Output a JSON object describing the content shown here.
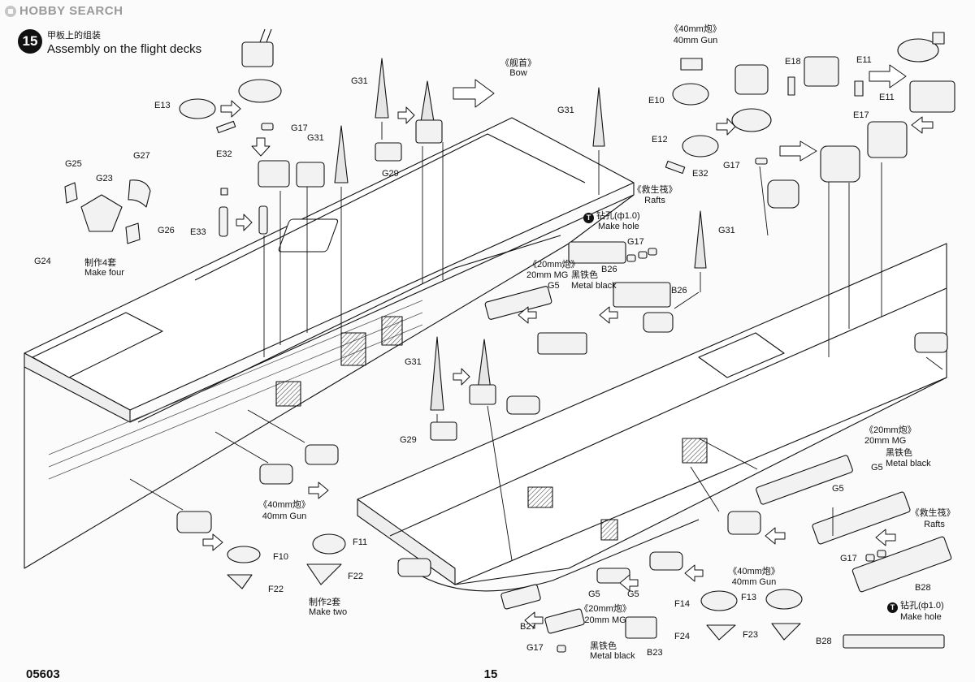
{
  "header": {
    "logo_text": "HOBBY SEARCH"
  },
  "step": {
    "number": "15",
    "title_cn": "甲板上的组装",
    "title_en": "Assembly on the flight decks"
  },
  "footer": {
    "code": "05603",
    "page": "15"
  },
  "notes": {
    "make_four_cn": "制作4套",
    "make_four_en": "Make four",
    "make_two_cn": "制作2套",
    "make_two_en": "Make two",
    "bow_cn": "《舰首》",
    "bow_en": "Bow",
    "gun40_cn": "《40mm炮》",
    "gun40_en": "40mm Gun",
    "mg20_cn": "《20mm炮》",
    "mg20_en": "20mm MG",
    "black_cn": "黑铁色",
    "black_en": "Metal black",
    "rafts_cn": "《救生筏》",
    "rafts_en": "Rafts",
    "drill_cn": "钻孔(",
    "drill_size": "ф1.0)",
    "drill_en": "Make hole",
    "drill_icon": "drill-symbol"
  },
  "parts": {
    "E10": "E10",
    "E11": "E11",
    "E12": "E12",
    "E13": "E13",
    "E17": "E17",
    "E18": "E18",
    "E32": "E32",
    "E33": "E33",
    "F10": "F10",
    "F11": "F11",
    "F13": "F13",
    "F14": "F14",
    "F22": "F22",
    "F23": "F23",
    "F24": "F24",
    "G5": "G5",
    "G17": "G17",
    "G23": "G23",
    "G24": "G24",
    "G25": "G25",
    "G26": "G26",
    "G27": "G27",
    "G29": "G29",
    "G31": "G31",
    "B23": "B23",
    "B26": "B26",
    "B27": "B27",
    "B28": "B28"
  },
  "colors": {
    "ink": "#111111",
    "paper": "#fbfbfb",
    "logo": "#9a9a9a"
  }
}
